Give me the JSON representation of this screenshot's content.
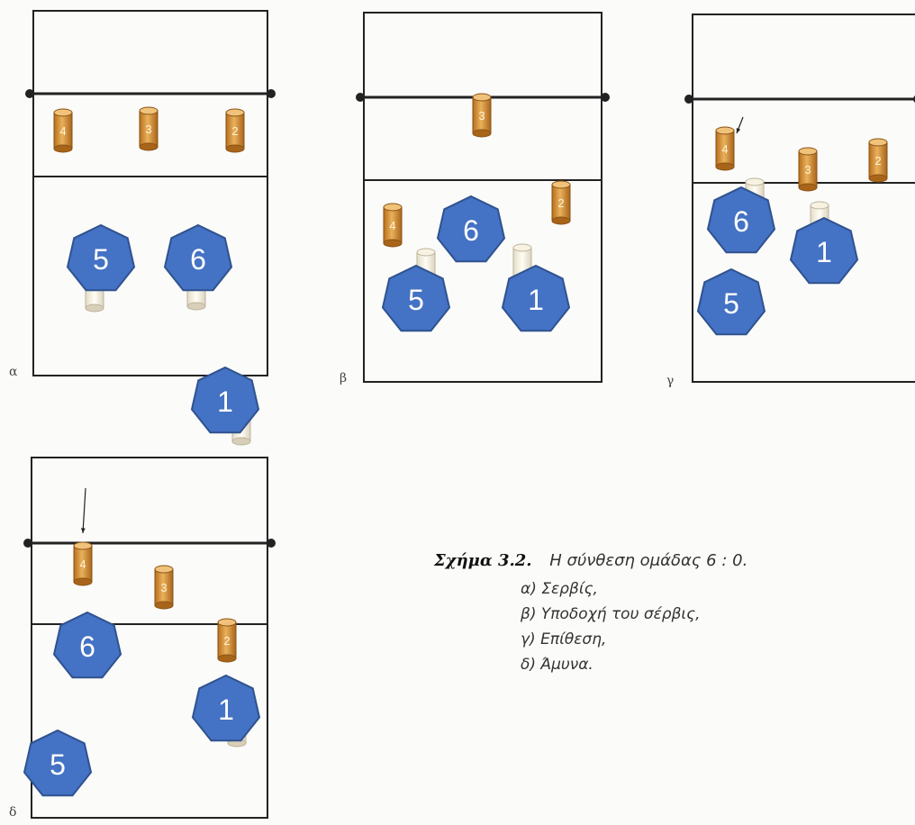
{
  "panels": [
    {
      "id": "alpha",
      "label": "α",
      "cylinders": [
        {
          "n": "4"
        },
        {
          "n": "3"
        },
        {
          "n": "2"
        }
      ],
      "players": [
        {
          "n": "5"
        },
        {
          "n": "6"
        },
        {
          "n": "1"
        }
      ]
    },
    {
      "id": "beta",
      "label": "β",
      "cylinders": [
        {
          "n": "3"
        },
        {
          "n": "2"
        },
        {
          "n": "4"
        }
      ],
      "players": [
        {
          "n": "6"
        },
        {
          "n": "5"
        },
        {
          "n": "1"
        }
      ]
    },
    {
      "id": "gamma",
      "label": "γ",
      "cylinders": [
        {
          "n": "4"
        },
        {
          "n": "3"
        },
        {
          "n": "2"
        }
      ],
      "players": [
        {
          "n": "6"
        },
        {
          "n": "1"
        },
        {
          "n": "5"
        }
      ]
    },
    {
      "id": "delta",
      "label": "δ",
      "cylinders": [
        {
          "n": "4"
        },
        {
          "n": "3"
        },
        {
          "n": "2"
        }
      ],
      "players": [
        {
          "n": "6"
        },
        {
          "n": "1"
        },
        {
          "n": "5"
        }
      ]
    }
  ],
  "caption": {
    "label": "Σχήμα 3.2.",
    "title": "Η σύνθεση ομάδας 6 : 0.",
    "items": [
      "α) Σερβίς,",
      "β) Υποδοχή του σέρβις,",
      "γ) Επίθεση,",
      "δ) Άμυνα."
    ]
  },
  "colors": {
    "player_fill": "#4472c4",
    "player_stroke": "#2f528f",
    "cylinder": "#d9973a",
    "line": "#222222"
  }
}
